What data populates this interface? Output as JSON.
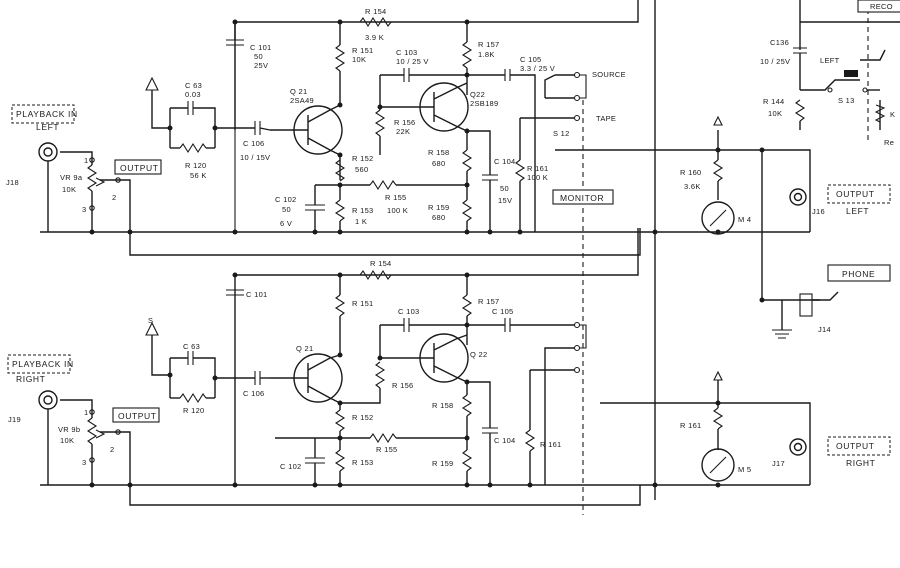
{
  "labels": {
    "top_r154": "R 154",
    "top_r154_v": "3.9 K",
    "top_c101": "C 101",
    "top_c101_v1": "50",
    "top_c101_v2": "25V",
    "top_r151": "R 151",
    "top_r151_v": "10K",
    "top_c103": "C 103",
    "top_c103_v": "10 / 25 V",
    "top_r157": "R 157",
    "top_r157_v": "1.8K",
    "top_c105": "C 105",
    "top_c105_v": "3.3 / 25 V",
    "source": "SOURCE",
    "tape": "TAPE",
    "s12": "S 12",
    "top_q21": "Q 21",
    "top_q21_v": "2SA49",
    "top_q22": "Q22",
    "top_q22_v": "2SB189",
    "top_c63": "C 63",
    "top_c63_v": "0.03",
    "top_r120": "R 120",
    "top_r120_v": "56 K",
    "top_c106": "C 106",
    "top_c106_v": "10 / 15V",
    "top_r156": "R 156",
    "top_r156_v": "22K",
    "top_r152": "R 152",
    "top_r152_v": "560",
    "top_r158": "R 158",
    "top_r158_v": "680",
    "top_c104": "C 104",
    "top_c104_v1": "50",
    "top_c104_v2": "15V",
    "top_r161": "R 161",
    "top_r161_v": "100 K",
    "top_c102": "C 102",
    "top_c102_v1": "50",
    "top_c102_v2": "6 V",
    "top_r153": "R 153",
    "top_r153_v": "1 K",
    "top_r155": "R 155",
    "top_r155_v": "100 K",
    "top_r159": "R 159",
    "top_r159_v": "680",
    "top_vr": "VR 9a",
    "top_vr_v": "10K",
    "pin1": "1",
    "pin2": "2",
    "pin3": "3",
    "j18": "J18",
    "playback_left_1": "PLAYBACK IN",
    "playback_left_2": "LEFT",
    "output_box": "OUTPUT",
    "monitor_box": "MONITOR",
    "c136": "C136",
    "c136_v": "10 / 25V",
    "left": "LEFT",
    "s13": "S 13",
    "r144": "R 144",
    "r144_v": "10K",
    "reco": "RECO",
    "k": "K",
    "re": "Re",
    "r160": "R 160",
    "r160_v": "3.6K",
    "m4": "M 4",
    "j16": "J16",
    "output_left_1": "OUTPUT",
    "output_left_2": "LEFT",
    "phone": "PHONE",
    "j14": "J14",
    "s_supply": "S",
    "bot_r154": "R 154",
    "bot_c101": "C 101",
    "bot_r151": "R 151",
    "bot_c103": "C 103",
    "bot_r157": "R 157",
    "bot_c105": "C 105",
    "bot_c63": "C 63",
    "bot_q21": "Q 21",
    "bot_q22": "Q 22",
    "bot_r120": "R 120",
    "bot_c106": "C 106",
    "bot_r156": "R 156",
    "bot_r152": "R 152",
    "bot_r158": "R 158",
    "bot_c104": "C 104",
    "bot_r161": "R 161",
    "bot_r155": "R 155",
    "bot_c102": "C 102",
    "bot_r153": "R 153",
    "bot_r159": "R 159",
    "playback_right_1": "PLAYBACK IN",
    "playback_right_2": "RIGHT",
    "j19": "J19",
    "bot_vr": "VR 9b",
    "bot_vr_v": "10K",
    "r161_right": "R 161",
    "m5": "M 5",
    "j17": "J17",
    "output_right_1": "OUTPUT",
    "output_right_2": "RIGHT"
  }
}
